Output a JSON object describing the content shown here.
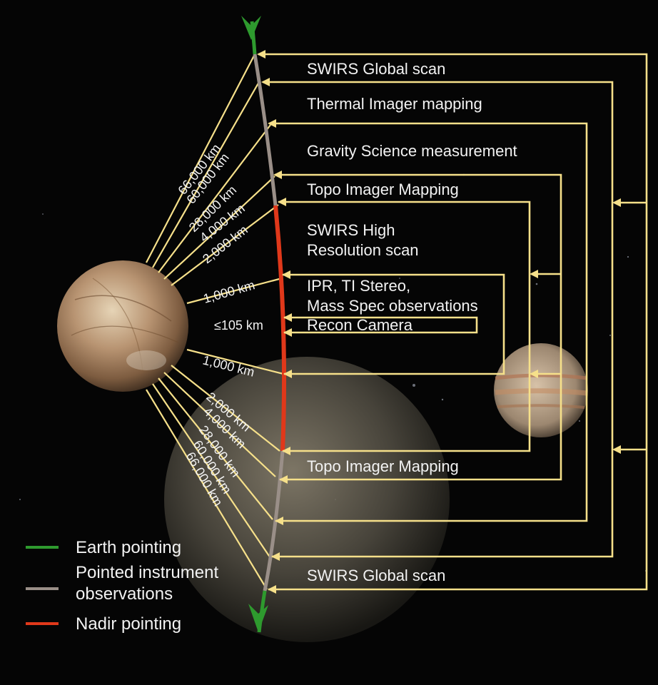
{
  "colors": {
    "earth": "#2e9a2e",
    "pointed": "#9a8f88",
    "nadir": "#e0381a",
    "connector": "#f6e08a",
    "background": "#050505"
  },
  "activities": {
    "swirs_global_top": "SWIRS Global scan",
    "thermal_imager": "Thermal Imager mapping",
    "gravity_science": "Gravity Science measurement",
    "topo_top": "Topo Imager Mapping",
    "swirs_high_1": "SWIRS High",
    "swirs_high_2": "Resolution scan",
    "ipr_1": "IPR, TI Stereo,",
    "ipr_2": "Mass Spec observations",
    "recon": "Recon Camera",
    "topo_bottom": "Topo Imager Mapping",
    "swirs_global_bottom": "SWIRS Global scan"
  },
  "distances": {
    "in_66": "66,000 km",
    "in_60": "60,000 km",
    "in_28": "28,000 km",
    "in_4": "4,000 km",
    "in_2": "2,000 km",
    "in_1": "1,000 km",
    "closest": "≤105 km",
    "out_1": "1,000 km",
    "out_2": "2,000 km",
    "out_4": "4,000 km",
    "out_28": "28,000 km",
    "out_60": "60,000 km",
    "out_66": "66,000 km"
  },
  "legend": {
    "earth": "Earth pointing",
    "pointed_1": "Pointed instrument",
    "pointed_2": "observations",
    "nadir": "Nadir pointing"
  }
}
